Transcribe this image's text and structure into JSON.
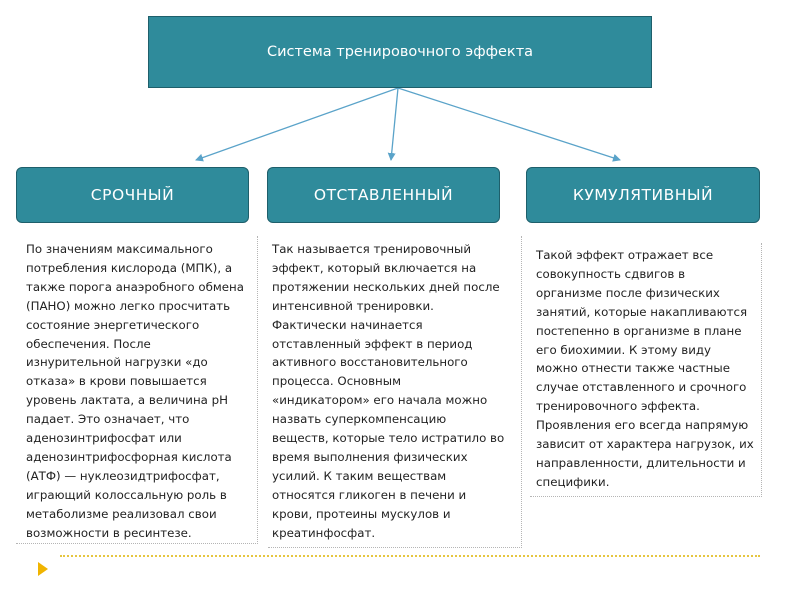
{
  "diagram": {
    "title": "Система тренировочного эффекта",
    "categories": [
      {
        "label": "СРОЧНЫЙ",
        "text": "По значениям максимального\nпотребления кислорода (МПК), а\nтакже порога анаэробного обмена\n(ПАНО) можно легко просчитать\nсостояние энергетического\nобеспечения. После\nизнурительной нагрузки «до\nотказа» в крови повышается\nуровень лактата, а величина pH\nпадает. Это означает, что\nаденозинтрифосфат или\nаденозинтрифосфорная кислота\n(АТФ) — нуклеозидтрифосфат,\nиграющий колоссальную роль в\nметаболизме реализовал свои\nвозможности в ресинтезе."
      },
      {
        "label": "ОТСТАВЛЕННЫЙ",
        "text": "Так называется тренировочный\nэффект, который включается на\nпротяжении нескольких дней после\nинтенсивной тренировки.\nФактически начинается\nотставленный эффект в период\nактивного восстановительного\nпроцесса. Основным\n«индикатором» его начала можно\nназвать суперкомпенсацию\nвеществ, которые тело истратило во\nвремя выполнения физических\nусилий. К таким веществам\nотносятся гликоген в печени и\nкрови, протеины мускулов и\nкреатинфосфат."
      },
      {
        "label": "КУМУЛЯТИВНЫЙ",
        "text": "Такой эффект отражает все\nсовокупность сдвигов в\nорганизме после физических\nзанятий, которые накапливаются\nпостепенно в организме в плане\nего биохимии. К этому виду\nможно отнести также частные\nслучае отставленного и срочного\nтренировочного эффекта.\nПроявления его всегда напрямую\nзависит от характера нагрузок, их\nнаправленности, длительности и\nспецифики."
      }
    ]
  },
  "colors": {
    "box_fill": "#2f8b9b",
    "connector": "#5aa3c9",
    "footer_line": "#e6c640",
    "footer_arrow": "#f0b400"
  }
}
